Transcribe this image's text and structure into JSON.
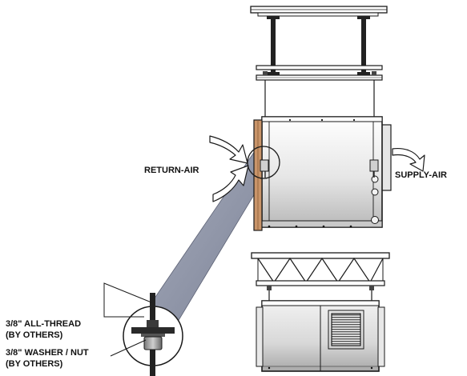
{
  "labels": {
    "return_air": "RETURN-AIR",
    "supply_air": "SUPPLY-AIR",
    "all_thread": "3/8\" ALL-THREAD",
    "all_thread_note": "(BY OTHERS)",
    "washer_nut": "3/8\" WASHER / NUT",
    "washer_nut_note": "(BY OTHERS)"
  },
  "colors": {
    "line": "#1a1a1a",
    "steel": "#333333",
    "cabinet_light": "#f4f4f4",
    "cabinet_dark": "#bdbdbd",
    "coil_copper": "#c9956a",
    "callout_fill": "#8e94a6",
    "hardware": "#9a9a9a"
  },
  "icons": [
    "return-air-arrow-icon",
    "supply-air-arrow-icon"
  ]
}
